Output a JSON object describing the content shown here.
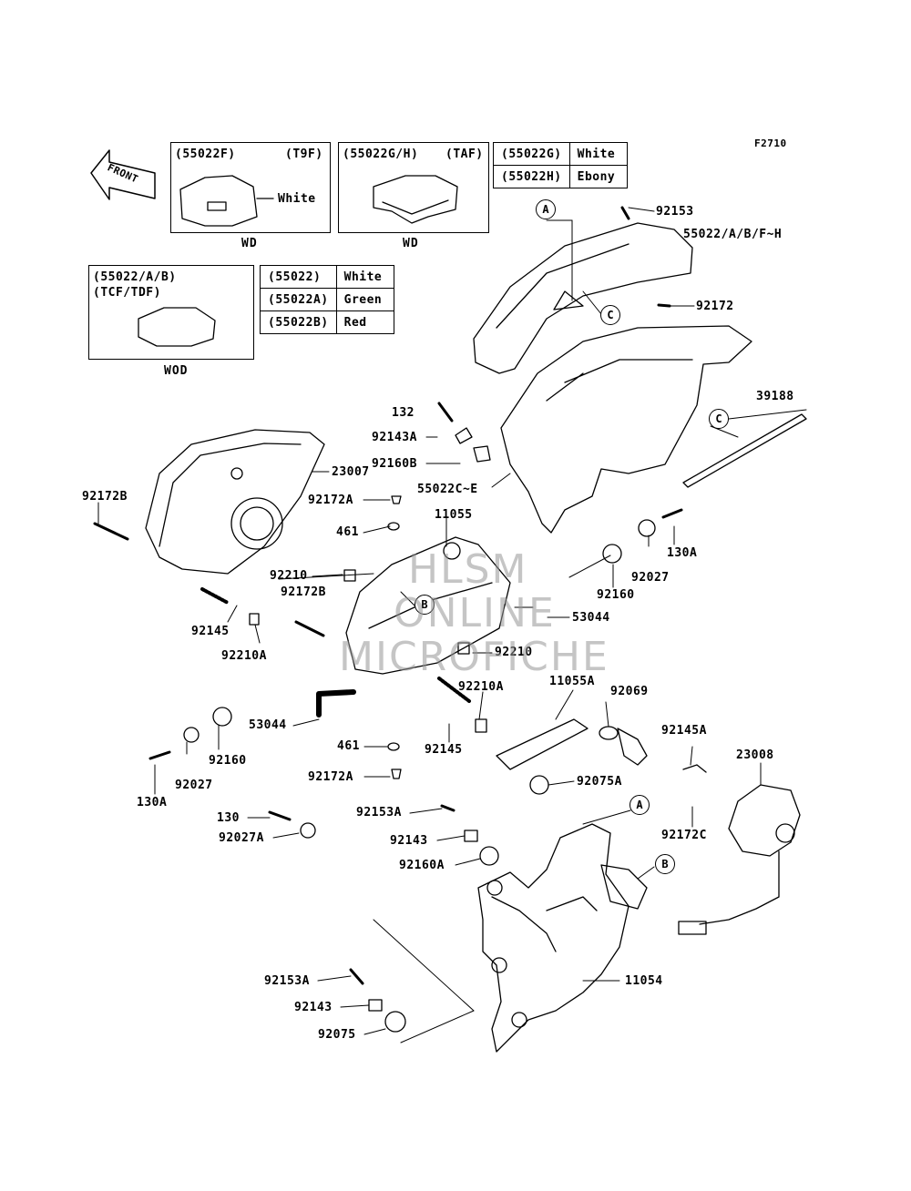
{
  "figure_code": "F2710",
  "front_label": "FRONT",
  "variants": {
    "v1": {
      "code": "(55022F)",
      "trim": "(T9F)",
      "color": "White",
      "caption": "WD"
    },
    "v2": {
      "code": "(55022G/H)",
      "trim": "(TAF)",
      "caption": "WD"
    },
    "v3": {
      "code": "(55022/A/B)",
      "trim": "(TCF/TDF)",
      "caption": "WOD"
    }
  },
  "color_table_gh": [
    {
      "part": "(55022G)",
      "color": "White"
    },
    {
      "part": "(55022H)",
      "color": "Ebony"
    }
  ],
  "color_table_ab": [
    {
      "part": "(55022)",
      "color": "White"
    },
    {
      "part": "(55022A)",
      "color": "Green"
    },
    {
      "part": "(55022B)",
      "color": "Red"
    }
  ],
  "callouts": [
    "A",
    "C",
    "C",
    "B",
    "A",
    "B"
  ],
  "parts": {
    "p92153": "92153",
    "p55022": "55022/A/B/F~H",
    "p92172": "92172",
    "p39188": "39188",
    "p132": "132",
    "p92143A": "92143A",
    "p92160B": "92160B",
    "p23007": "23007",
    "p55022C": "55022C~E",
    "p92172B_1": "92172B",
    "p92172A_1": "92172A",
    "p461_1": "461",
    "p11055": "11055",
    "p92210_1": "92210",
    "p92172B_2": "92172B",
    "p92145_1": "92145",
    "p92210A_1": "92210A",
    "p53044_1": "53044",
    "p92210_2": "92210",
    "p92210A_2": "92210A",
    "p11055A": "11055A",
    "p92069": "92069",
    "p92027_1": "92027",
    "p130A_1": "130A",
    "p92160_1": "92160",
    "p53044_2": "53044",
    "p461_2": "461",
    "p92145_2": "92145",
    "p92145A": "92145A",
    "p23008": "23008",
    "p92160_2": "92160",
    "p92027_2": "92027",
    "p130A_2": "130A",
    "p92172A_2": "92172A",
    "p92075A": "92075A",
    "p130": "130",
    "p92153A_1": "92153A",
    "p92027A": "92027A",
    "p92143_1": "92143",
    "p92160A": "92160A",
    "p92172C": "92172C",
    "p11054": "11054",
    "p92153A_2": "92153A",
    "p92143_2": "92143",
    "p92075": "92075"
  },
  "watermark": [
    "HLSM",
    "ONLINE",
    "MICROFICHE"
  ]
}
